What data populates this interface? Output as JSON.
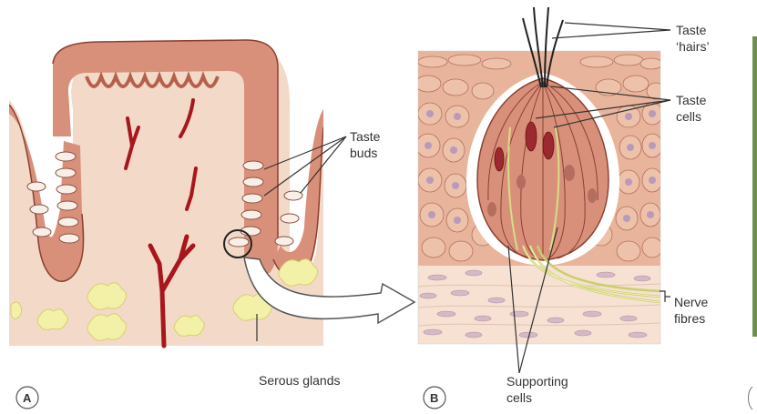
{
  "panels": [
    {
      "letter": "A"
    },
    {
      "letter": "B"
    }
  ],
  "labels": {
    "taste_buds": [
      "Taste",
      "buds"
    ],
    "serous_glands": "Serous glands",
    "taste_hairs": [
      "Taste",
      "‘hairs’"
    ],
    "taste_cells": [
      "Taste",
      "cells"
    ],
    "nerve_fibres": [
      "Nerve",
      "fibres"
    ],
    "supporting_cells": [
      "Supporting",
      "cells"
    ]
  },
  "colors": {
    "epithelium": "#d9907a",
    "epithelium_dark": "#b5604b",
    "lamina": "#f3d9c8",
    "connective": "#f6e1d2",
    "vessel": "#a8161c",
    "gland": "#f3f0a8",
    "nerve": "#d8dc86",
    "cell_blue": "#b89bb8",
    "nucleus_red": "#9a2a2f"
  }
}
